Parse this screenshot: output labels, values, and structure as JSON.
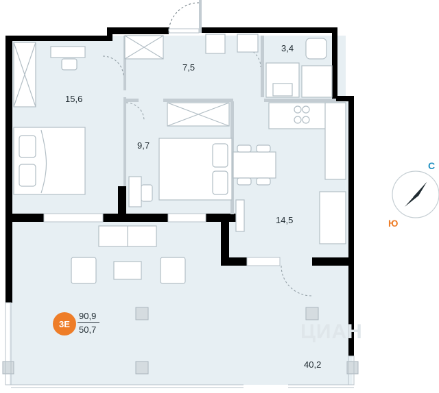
{
  "rooms": {
    "bedroom_left": "15,6",
    "hall": "7,5",
    "bathroom": "3,4",
    "bedroom_mid": "9,7",
    "kitchen": "14,5",
    "terrace": "40,2"
  },
  "badge": {
    "type": "3E",
    "total_area": "90,9",
    "living_area": "50,7"
  },
  "compass": {
    "north": "С",
    "south": "Ю"
  },
  "watermark": "ЦИАН",
  "colors": {
    "floor": "#e7eff3",
    "wall": "#000000",
    "badge": "#ee7d28",
    "compass_north": "#1e8fc0",
    "compass_south": "#ee7d28"
  }
}
